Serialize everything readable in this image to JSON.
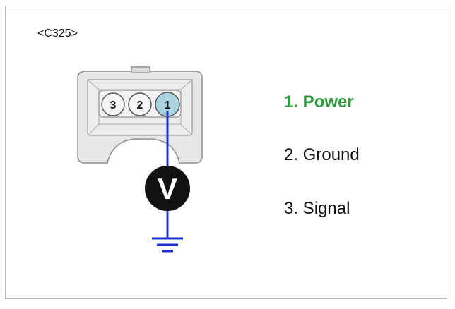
{
  "connector": {
    "id": "<C325>",
    "pins": [
      {
        "number": "3"
      },
      {
        "number": "2"
      },
      {
        "number": "1"
      }
    ]
  },
  "meter": {
    "symbol": "V"
  },
  "pin_functions": [
    {
      "label": "1. Power"
    },
    {
      "label": "2. Ground"
    },
    {
      "label": "3. Signal"
    }
  ],
  "colors": {
    "highlight_text": "#2e9a3c",
    "probe_wire": "#1f2fcf",
    "connector_body": "#e7e7e7",
    "active_pin": "#a9d3df"
  }
}
